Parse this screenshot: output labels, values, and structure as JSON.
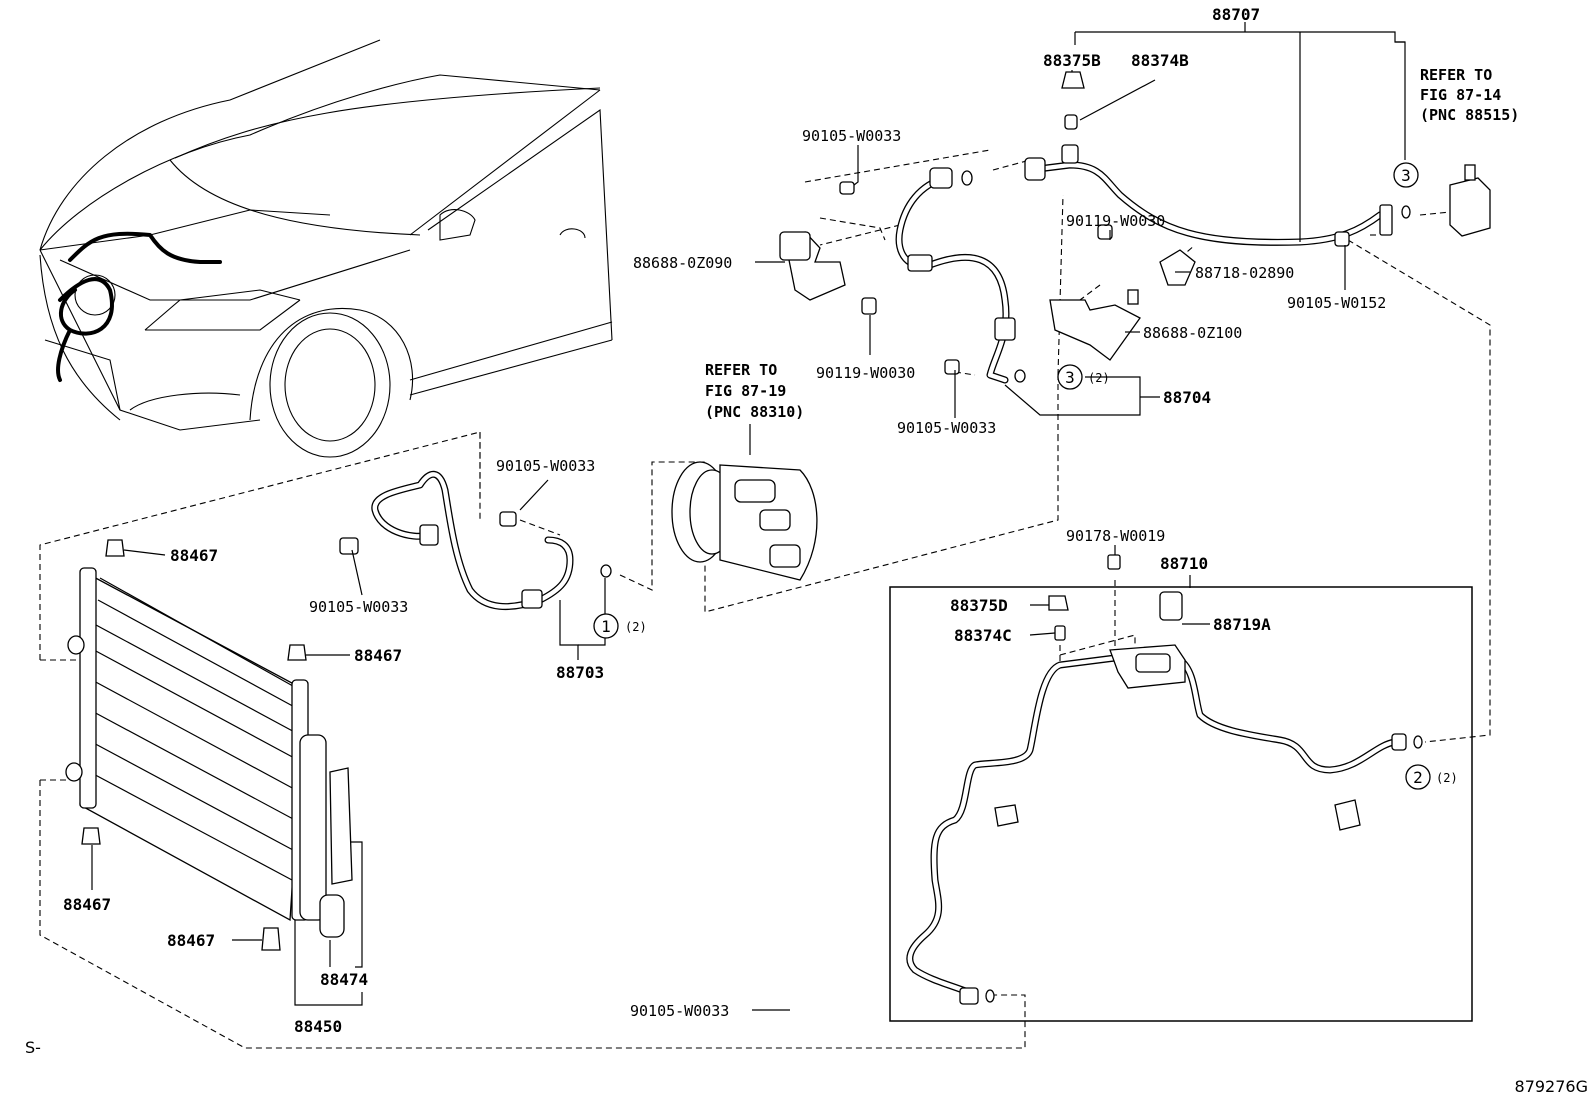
{
  "diagram": {
    "part_labels": {
      "p88707": "88707",
      "p88375B": "88375B",
      "p88374B": "88374B",
      "p90105_w0033_a": "90105-W0033",
      "p88688_0z090": "88688-0Z090",
      "p90119_w0030_a": "90119-W0030",
      "p90119_w0030_b": "90119-W0030",
      "p88718_02890": "88718-02890",
      "p90105_w0152": "90105-W0152",
      "p88688_0z100": "88688-0Z100",
      "p90105_w0033_b": "90105-W0033",
      "p88704": "88704",
      "p90105_w0033_c": "90105-W0033",
      "p90105_w0033_d": "90105-W0033",
      "p88467_a": "88467",
      "p88467_b": "88467",
      "p88467_c": "88467",
      "p88467_d": "88467",
      "p88703": "88703",
      "p90178_w0019": "90178-W0019",
      "p88710": "88710",
      "p88375D": "88375D",
      "p88374C": "88374C",
      "p88719A": "88719A",
      "p88474": "88474",
      "p88450": "88450",
      "p90105_w0033_e": "90105-W0033"
    },
    "references": {
      "fig_87_14": [
        "REFER TO",
        "FIG 87-14",
        "(PNC 88515)"
      ],
      "fig_87_19": [
        "REFER TO",
        "FIG 87-19",
        "(PNC 88310)"
      ]
    },
    "callouts": {
      "c1": "1",
      "c1_qty": "(2)",
      "c2": "2",
      "c2_qty": "(2)",
      "c3_top": "3",
      "c3": "3",
      "c3_qty": "(2)"
    },
    "corner_mark": "S-",
    "figure_id": "879276G"
  }
}
